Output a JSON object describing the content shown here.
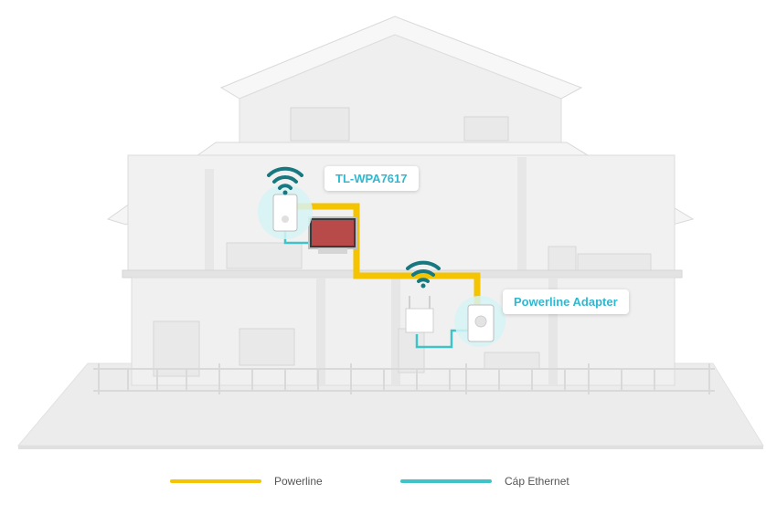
{
  "labels": {
    "device_top": "TL-WPA7617",
    "device_bottom": "Powerline Adapter"
  },
  "legend": [
    {
      "label": "Powerline",
      "color": "#f5c400"
    },
    {
      "label": "Cáp Ethernet",
      "color": "#3fc3c8"
    }
  ],
  "colors": {
    "powerline": "#f5c400",
    "ethernet": "#3fc3c8",
    "wifi": "#17787f",
    "house_wall": "#f2f2f2",
    "house_line": "#dcdcdc",
    "ground": "#ececec"
  },
  "icons": [
    "wifi-icon",
    "powerline-adapter-icon",
    "tv-icon",
    "router-icon"
  ]
}
